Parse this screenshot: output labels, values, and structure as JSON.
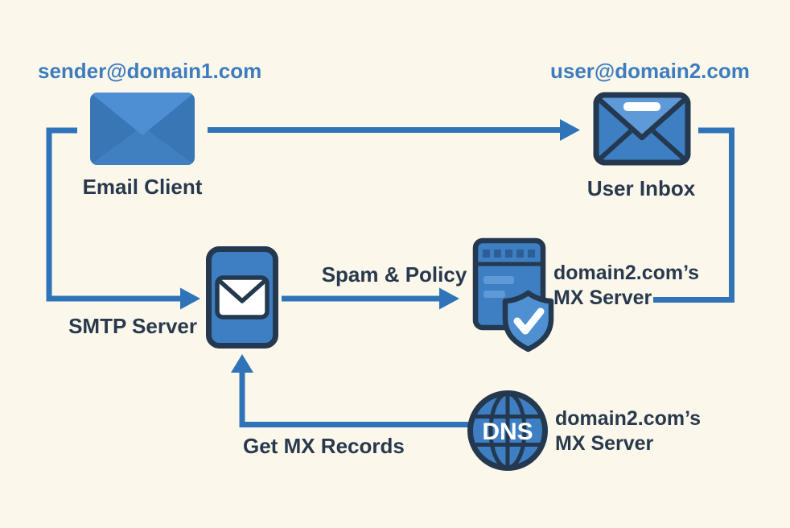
{
  "colors": {
    "background": "#FCF7EB",
    "line_blue": "#2F74B8",
    "icon_blue": "#3D7FC2",
    "icon_blue_light": "#5E9AD8",
    "envelope_base": "#3876B6",
    "envelope_bottom": "#4080C0",
    "envelope_flap": "#4E8ED2",
    "icon_dark_square": "#2D5F96",
    "shield_blue": "#4E90D2",
    "navy_outline": "#24384F",
    "text_navy": "#28394E",
    "text_blue": "#3D7CBE",
    "white": "#FFFFFF"
  },
  "nodes": {
    "sender_address": "sender@domain1.com",
    "recipient_address": "user@domain2.com",
    "email_client": "Email Client",
    "user_inbox": "User Inbox",
    "smtp_server": "SMTP Server",
    "mx_server": {
      "line1": "domain2.com’s",
      "line2": "MX Server"
    },
    "dns": {
      "badge": "DNS",
      "line1": "domain2.com’s",
      "line2": "MX Server"
    }
  },
  "edges": {
    "spam_policy": "Spam & Policy",
    "get_mx_records": "Get MX Records"
  }
}
